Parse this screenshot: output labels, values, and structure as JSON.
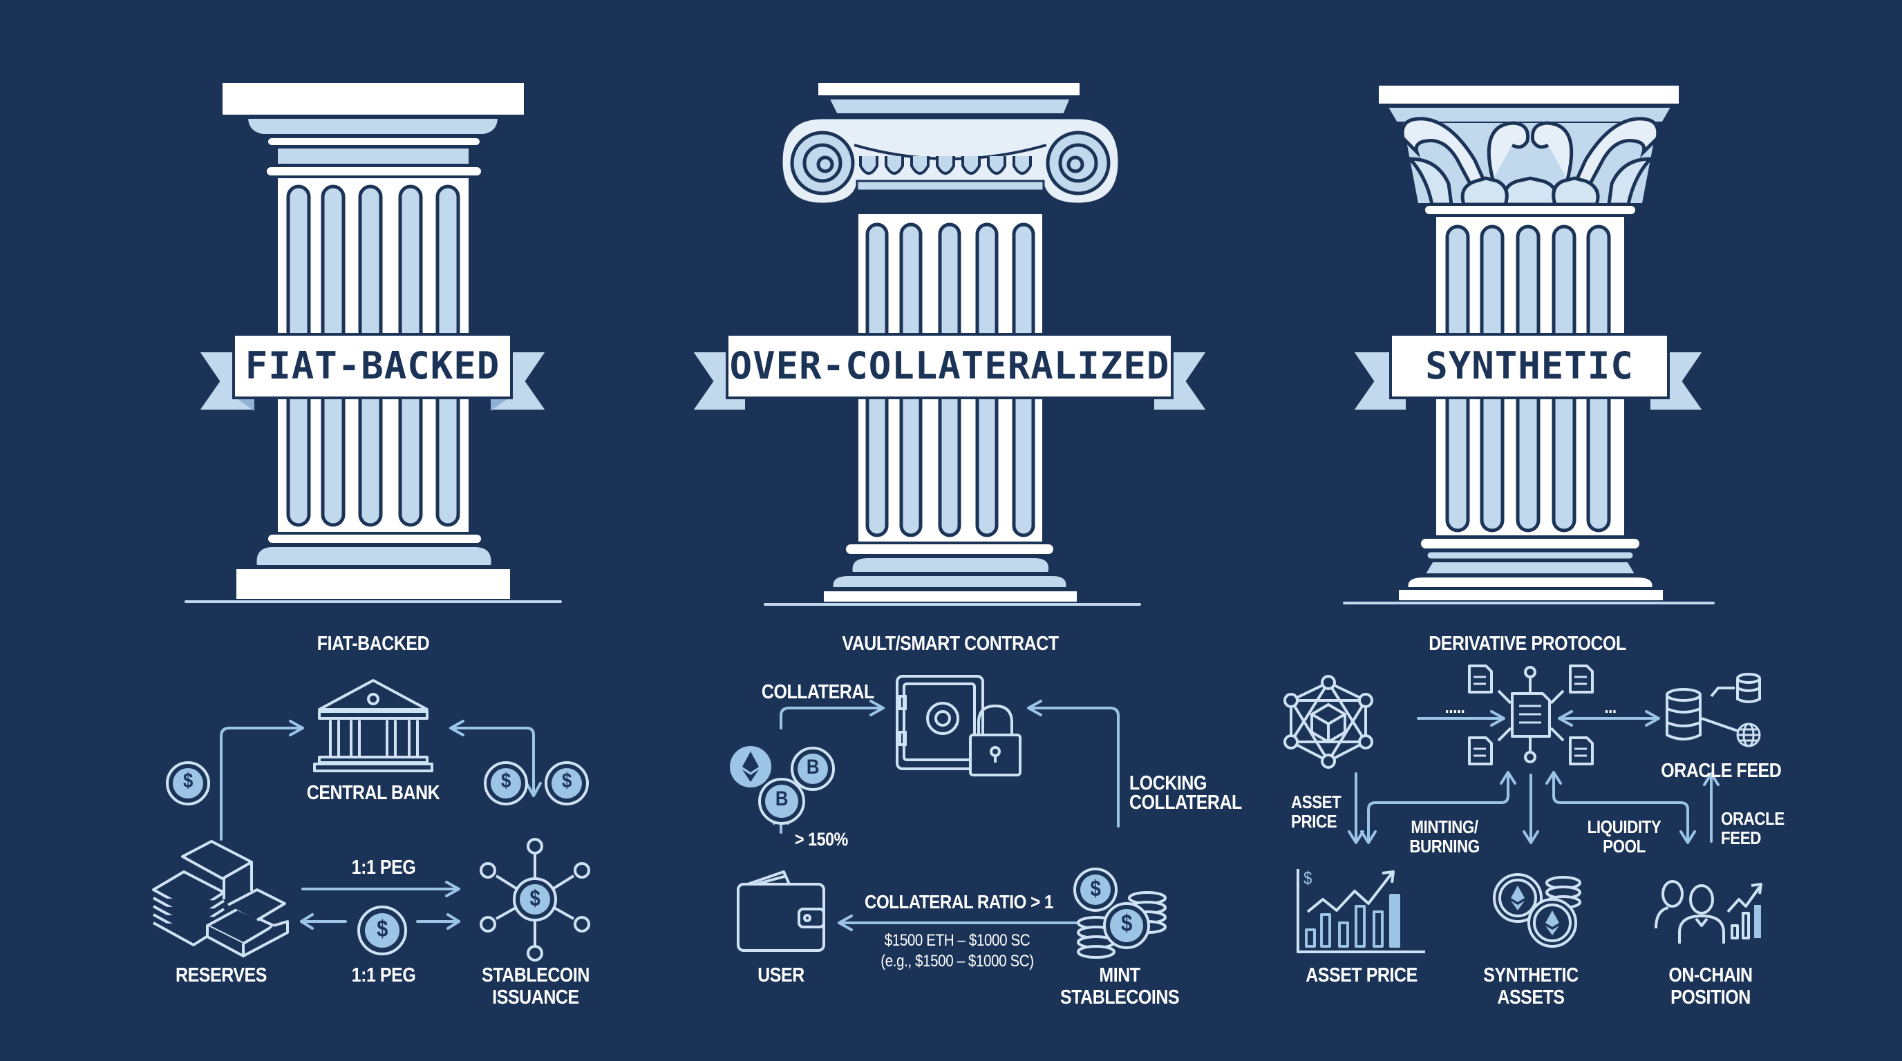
{
  "colors": {
    "background": "#1b3357",
    "pillar_white": "#ffffff",
    "pillar_light": "#c2d8ec",
    "outline": "#1b3357",
    "icon_line": "#cfe2f3",
    "arrow": "#9cc4e4",
    "text": "#ffffff"
  },
  "pillars": [
    {
      "style": "doric",
      "banner": "FIAT-BACKED"
    },
    {
      "style": "ionic",
      "banner": "OVER-COLLATERALIZED"
    },
    {
      "style": "corinthian",
      "banner": "SYNTHETIC"
    }
  ],
  "fiat": {
    "title": "FIAT-BACKED",
    "central_bank": "CENTRAL BANK",
    "reserves": "RESERVES",
    "peg_top": "1:1 PEG",
    "peg_bottom": "1:1 PEG",
    "issuance_line1": "STABLECOIN",
    "issuance_line2": "ISSUANCE",
    "icons": [
      "bank-icon",
      "cash-stack-icon",
      "gold-bars-icon",
      "dollar-coin-icon",
      "stablecoin-network-icon"
    ]
  },
  "collateral": {
    "title": "VAULT/SMART CONTRACT",
    "collateral": "COLLATERAL",
    "locking_line1": "LOCKING",
    "locking_line2": "COLLATERAL",
    "ratio_pct": "> 150%",
    "ratio_label": "COLLATERAL RATIO > 1",
    "example_line1": "$1500 ETH – $1000 SC",
    "example_line2": "(e.g., $1500 – $1000 SC)",
    "user": "USER",
    "mint_line1": "MINT",
    "mint_line2": "STABLECOINS",
    "icons": [
      "vault-icon",
      "padlock-icon",
      "ethereum-coin-icon",
      "bitcoin-coin-icon",
      "wallet-icon",
      "coin-stack-icon"
    ]
  },
  "synthetic": {
    "title": "DERIVATIVE PROTOCOL",
    "dots_left": ".....",
    "dots_right": "...",
    "oracle_feed": "ORACLE FEED",
    "asset_price_side_line1": "ASSET",
    "asset_price_side_line2": "PRICE",
    "minting_line1": "MINTING/",
    "minting_line2": "BURNING",
    "liquidity_line1": "LIQUIDITY",
    "liquidity_line2": "POOL",
    "oracle_side_line1": "ORACLE",
    "oracle_side_line2": "FEED",
    "asset_price": "ASSET PRICE",
    "synthetic_line1": "SYNTHETIC",
    "synthetic_line2": "ASSETS",
    "onchain_line1": "ON-CHAIN",
    "onchain_line2": "POSITION",
    "chart_dollar": "$",
    "icons": [
      "blockchain-network-icon",
      "smart-contract-icon",
      "database-icon",
      "globe-icon",
      "price-chart-icon",
      "synthetic-coins-icon",
      "users-growth-icon"
    ]
  }
}
